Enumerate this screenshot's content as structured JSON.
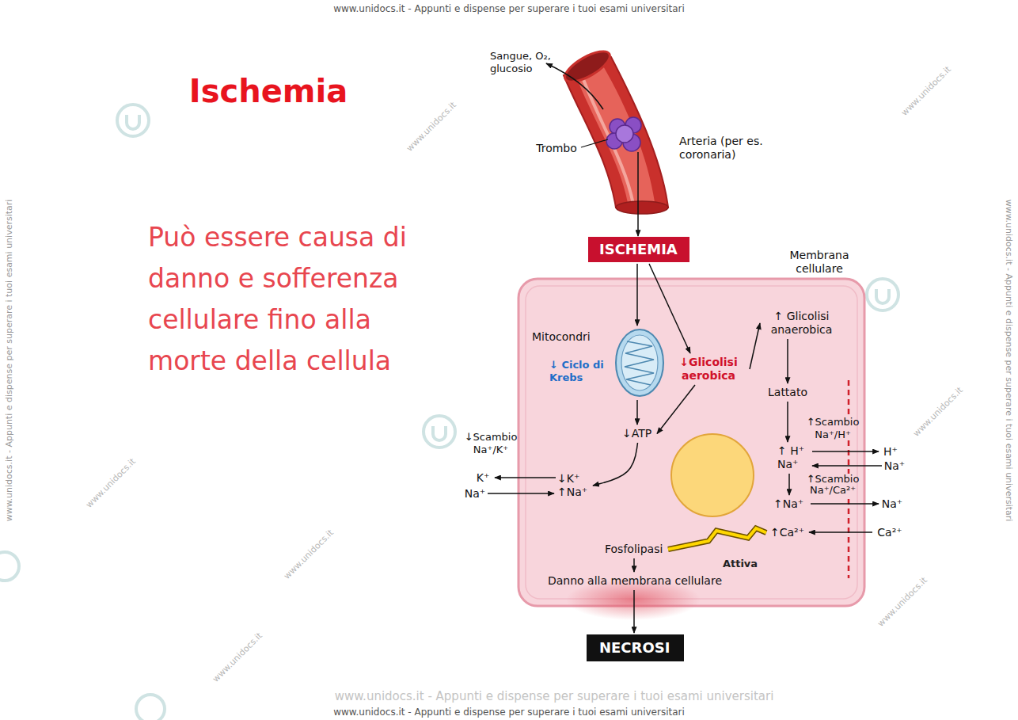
{
  "diagram": {
    "title": "Ischemia",
    "nodes": [
      {
        "text": [
          "ISCHEMIA"
        ]
      },
      {
        "text": [
          "Membrana cellulare"
        ]
      },
      {
        "text": [
          "Mitocondri",
          "↓ Ciclo di Krebs"
        ],
        "in": 1
      },
      {
        "text": [
          "↓Glicolisi aerobica"
        ],
        "in": 1
      },
      {
        "text": [
          "↑ Glicolisi anaerobica"
        ],
        "in": 1
      },
      {
        "text": [
          "Lattato"
        ],
        "in": 1
      },
      {
        "text": [
          "↓ATP"
        ],
        "in": 1
      },
      {
        "text": [
          "↓K⁺",
          "↑Na⁺"
        ],
        "in": 1
      },
      {
        "text": [
          "↑ H⁺",
          "Na⁺"
        ],
        "in": 1
      },
      {
        "text": [
          "↑Na⁺"
        ],
        "in": 1
      },
      {
        "text": [
          "↑Ca²⁺"
        ],
        "in": 1
      },
      {
        "text": [
          "Fosfolipasi"
        ],
        "in": 1
      },
      {
        "text": [
          "Danno alla membrana cellulare"
        ],
        "in": 1
      },
      {
        "text": [
          "NECROSI"
        ]
      }
    ],
    "edges": [
      {
        "from": 0,
        "to": 2,
        "arrow": "to"
      },
      {
        "from": 0,
        "to": 3,
        "arrow": "to"
      },
      {
        "from": 2,
        "to": 6,
        "arrow": "to"
      },
      {
        "from": 3,
        "to": 6,
        "arrow": "to"
      },
      {
        "from": 3,
        "to": 4,
        "arrow": "to"
      },
      {
        "from": 4,
        "to": 5,
        "arrow": "to"
      },
      {
        "from": 5,
        "to": 8,
        "arrow": "to"
      },
      {
        "from": 8,
        "to": 9,
        "arrow": "to"
      },
      {
        "from": 6,
        "to": 7,
        "arrow": "to"
      },
      {
        "from": 10,
        "to": 11,
        "label": "Attiva",
        "arrow": "none"
      },
      {
        "from": 11,
        "to": 12,
        "arrow": "to"
      },
      {
        "from": 12,
        "to": 13,
        "arrow": "to"
      }
    ],
    "labels": [
      "Può essere causa di danno e sofferenza cellulare fino alla morte della cellula",
      "Sangue, O₂, glucosio",
      "Trombo",
      "Arteria (per es. coronaria)",
      "↓Scambio Na⁺/K⁺",
      "K⁺",
      "Na⁺",
      "↑Scambio Na⁺/H⁺",
      "H⁺",
      "Na⁺",
      "↑Scambio Na⁺/Ca²⁺",
      "Na⁺",
      "Ca²⁺",
      "www.unidocs.it - Appunti e dispense per superare i tuoi esami universitari",
      "www.unidocs.it - Appunti e dispense per superare i tuoi esami universitari",
      "www.unidocs.it - Appunti e dispense per superare i tuoi esami universitari",
      "www.unidocs.it - Appunti e dispense per superare i tuoi esami universitari",
      "www.unidocs.it - Appunti e dispense per superare i tuoi esami universitari",
      "www.unidocs.it",
      "www.unidocs.it",
      "www.unidocs.it",
      "www.unidocs.it",
      "www.unidocs.it",
      "www.unidocs.it",
      "www.unidocs.it"
    ]
  }
}
